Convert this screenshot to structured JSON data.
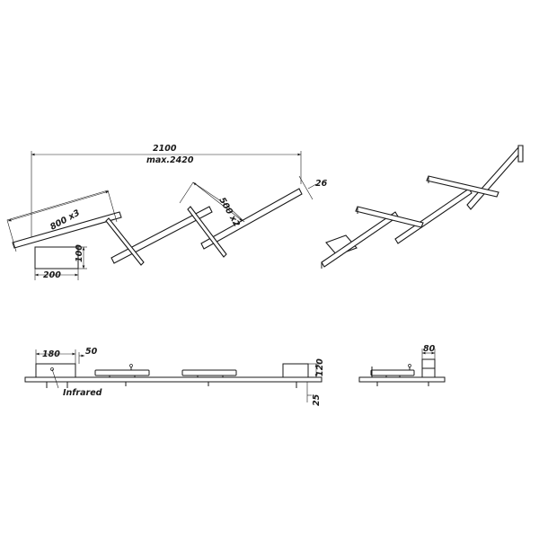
{
  "dimensions": {
    "total_length": "2100",
    "max_length": "max.2420",
    "bar_length_x3": "800 x3",
    "bar_length_x2": "500 x2",
    "bar_width": "26",
    "base_width": "200",
    "base_depth": "100",
    "side_base_width": "180",
    "side_base_offset": "50",
    "side_height": "120",
    "side_thickness": "25",
    "end_width": "80"
  },
  "labels": {
    "infrared": "Infrared"
  }
}
